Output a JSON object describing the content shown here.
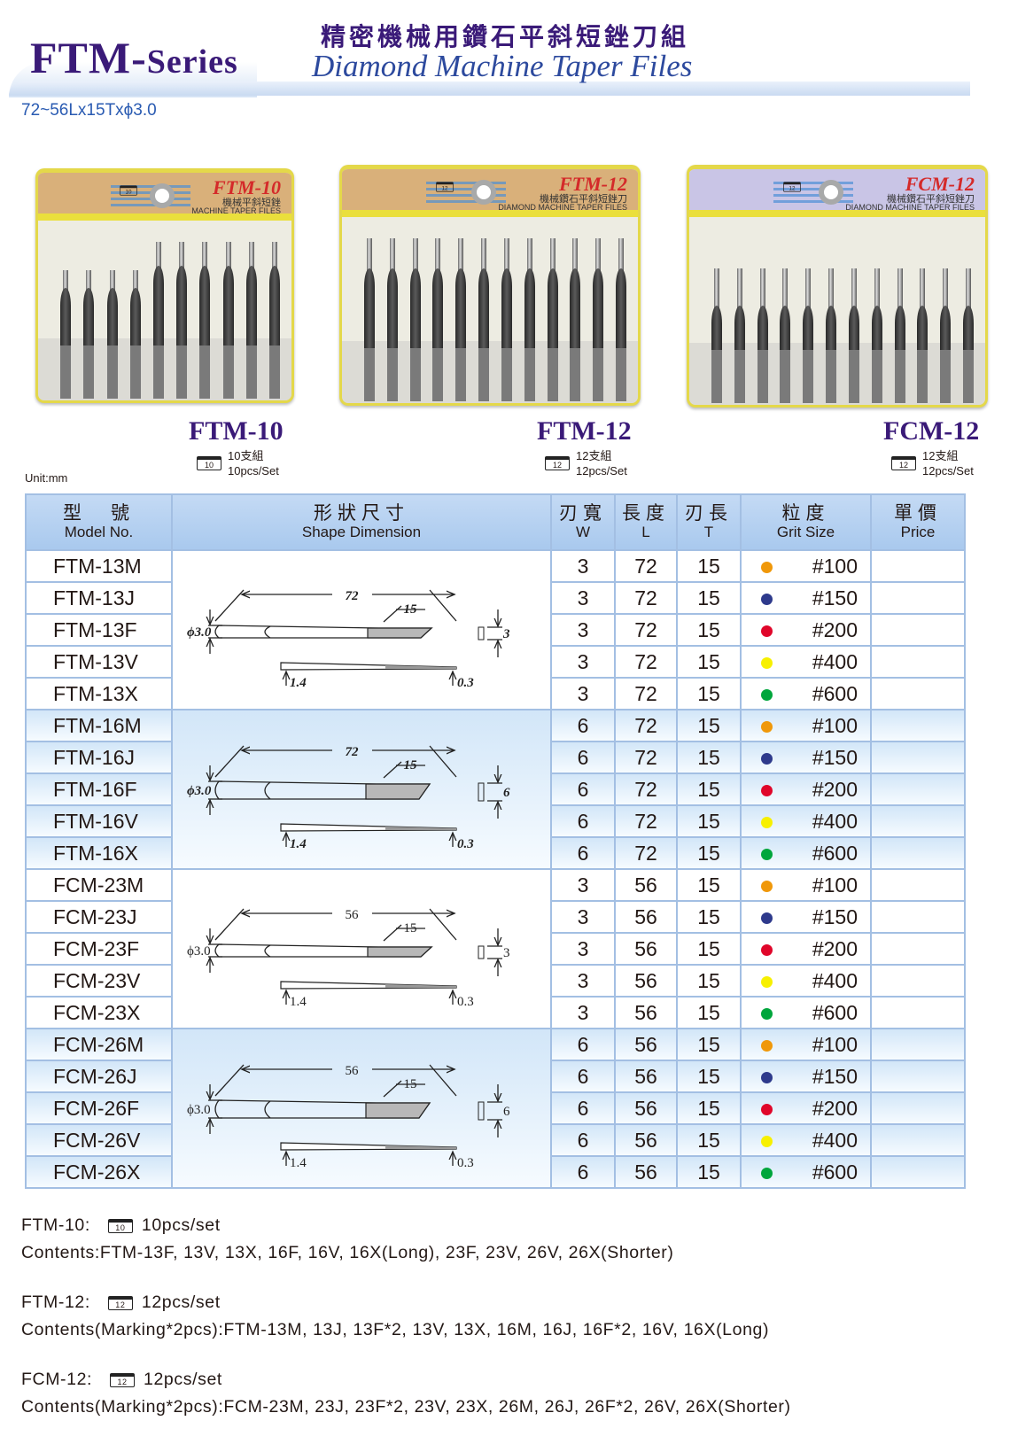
{
  "header": {
    "series_main": "FTM-",
    "series_sub": "Series",
    "title_zh": "精密機械用鑽石平斜短銼刀組",
    "title_en": "Diamond Machine Taper Files",
    "spec": "72~56Lx15Txϕ3.0"
  },
  "products": [
    {
      "name": "FTM-10",
      "logo": "FTM-10",
      "logo_zh": "機械平斜短銼",
      "logo_en": "MACHINE TAPER FILES",
      "box": "10",
      "set_zh": "10支組",
      "set_en": "10pcs/Set",
      "header_color": "#d9b07a"
    },
    {
      "name": "FTM-12",
      "logo": "FTM-12",
      "logo_zh": "機械鑽石平斜短銼刀",
      "logo_en": "DIAMOND MACHINE TAPER FILES",
      "box": "12",
      "set_zh": "12支組",
      "set_en": "12pcs/Set",
      "header_color": "#d9b07a"
    },
    {
      "name": "FCM-12",
      "logo": "FCM-12",
      "logo_zh": "機械鑽石平斜短銼刀",
      "logo_en": "DIAMOND MACHINE TAPER FILES",
      "box": "12",
      "set_zh": "12支組",
      "set_en": "12pcs/Set",
      "header_color": "#c9c5e6"
    }
  ],
  "unit": "Unit:mm",
  "table": {
    "headers": [
      {
        "zh": "型　號",
        "en": "Model No."
      },
      {
        "zh": "形狀尺寸",
        "en": "Shape Dimension"
      },
      {
        "zh": "刃寬",
        "en": "W"
      },
      {
        "zh": "長度",
        "en": "L"
      },
      {
        "zh": "刃長",
        "en": "T"
      },
      {
        "zh": "粒度",
        "en": "Grit Size"
      },
      {
        "zh": "單價",
        "en": "Price"
      }
    ],
    "grit_colors": {
      "#100": "#f0980a",
      "#150": "#2e3a8c",
      "#200": "#e0062a",
      "#400": "#f7f000",
      "#600": "#00a63c"
    },
    "groups": [
      {
        "diagram": {
          "length": "72",
          "tip": "15",
          "dia": "3.0",
          "width": "3",
          "thick": "1.4",
          "edge": "0.3",
          "italic": true
        },
        "rows": [
          [
            "FTM-13M",
            "3",
            "72",
            "15",
            "#100",
            ""
          ],
          [
            "FTM-13J",
            "3",
            "72",
            "15",
            "#150",
            ""
          ],
          [
            "FTM-13F",
            "3",
            "72",
            "15",
            "#200",
            ""
          ],
          [
            "FTM-13V",
            "3",
            "72",
            "15",
            "#400",
            ""
          ],
          [
            "FTM-13X",
            "3",
            "72",
            "15",
            "#600",
            ""
          ]
        ]
      },
      {
        "diagram": {
          "length": "72",
          "tip": "15",
          "dia": "3.0",
          "width": "6",
          "thick": "1.4",
          "edge": "0.3",
          "italic": true
        },
        "rows": [
          [
            "FTM-16M",
            "6",
            "72",
            "15",
            "#100",
            ""
          ],
          [
            "FTM-16J",
            "6",
            "72",
            "15",
            "#150",
            ""
          ],
          [
            "FTM-16F",
            "6",
            "72",
            "15",
            "#200",
            ""
          ],
          [
            "FTM-16V",
            "6",
            "72",
            "15",
            "#400",
            ""
          ],
          [
            "FTM-16X",
            "6",
            "72",
            "15",
            "#600",
            ""
          ]
        ]
      },
      {
        "diagram": {
          "length": "56",
          "tip": "15",
          "dia": "3.0",
          "width": "3",
          "thick": "1.4",
          "edge": "0.3",
          "italic": false
        },
        "rows": [
          [
            "FCM-23M",
            "3",
            "56",
            "15",
            "#100",
            ""
          ],
          [
            "FCM-23J",
            "3",
            "56",
            "15",
            "#150",
            ""
          ],
          [
            "FCM-23F",
            "3",
            "56",
            "15",
            "#200",
            ""
          ],
          [
            "FCM-23V",
            "3",
            "56",
            "15",
            "#400",
            ""
          ],
          [
            "FCM-23X",
            "3",
            "56",
            "15",
            "#600",
            ""
          ]
        ]
      },
      {
        "diagram": {
          "length": "56",
          "tip": "15",
          "dia": "3.0",
          "width": "6",
          "thick": "1.4",
          "edge": "0.3",
          "italic": false
        },
        "rows": [
          [
            "FCM-26M",
            "6",
            "56",
            "15",
            "#100",
            ""
          ],
          [
            "FCM-26J",
            "6",
            "56",
            "15",
            "#150",
            ""
          ],
          [
            "FCM-26F",
            "6",
            "56",
            "15",
            "#200",
            ""
          ],
          [
            "FCM-26V",
            "6",
            "56",
            "15",
            "#400",
            ""
          ],
          [
            "FCM-26X",
            "6",
            "56",
            "15",
            "#600",
            ""
          ]
        ]
      }
    ]
  },
  "sets": [
    {
      "label": "FTM-10:",
      "box": "10",
      "pcs": "10pcs/set",
      "contents": "Contents:FTM-13F, 13V, 13X, 16F, 16V, 16X(Long), 23F, 23V, 26V, 26X(Shorter)"
    },
    {
      "label": "FTM-12:",
      "box": "12",
      "pcs": "12pcs/set",
      "contents": "Contents(Marking*2pcs):FTM-13M, 13J, 13F*2, 13V, 13X, 16M, 16J, 16F*2, 16V, 16X(Long)"
    },
    {
      "label": "FCM-12:",
      "box": "12",
      "pcs": "12pcs/set",
      "contents": "Contents(Marking*2pcs):FCM-23M, 23J, 23F*2, 23V, 23X, 26M, 26J, 26F*2, 26V, 26X(Shorter)"
    }
  ]
}
